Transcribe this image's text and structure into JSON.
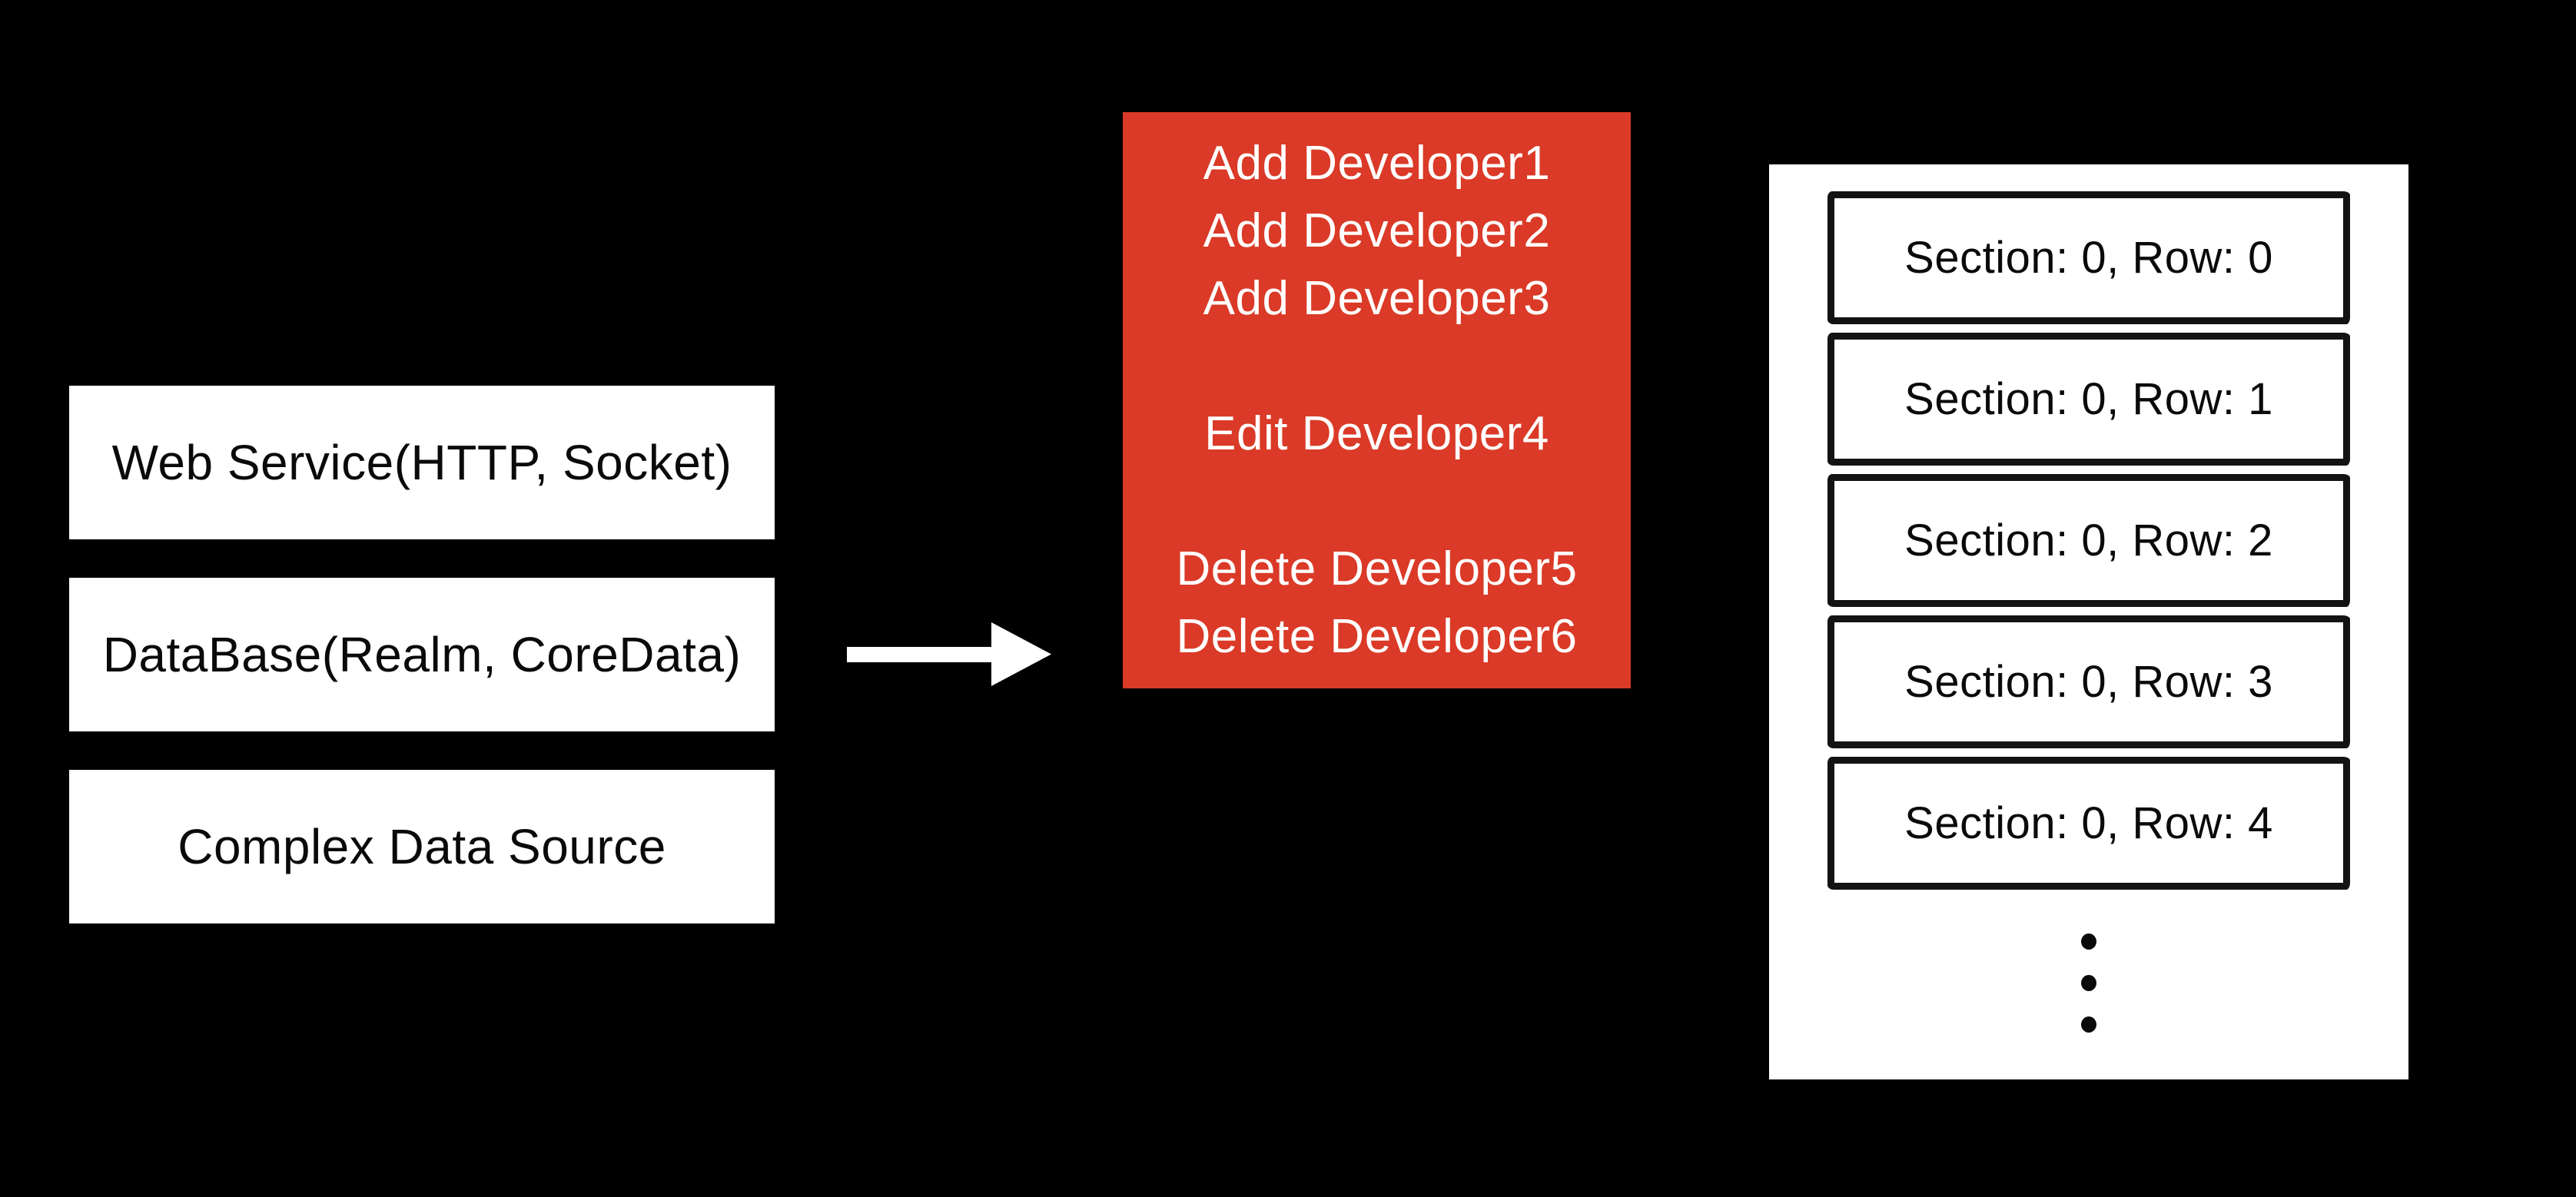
{
  "background_color": "#000000",
  "sources": [
    {
      "label": "Web Service(HTTP, Socket)"
    },
    {
      "label": "DataBase(Realm, CoreData)"
    },
    {
      "label": "Complex Data Source"
    }
  ],
  "arrow": {
    "color": "#ffffff",
    "direction": "right"
  },
  "operations": {
    "bg_color": "#da3a27",
    "text_color": "#ffffff",
    "lines": [
      "Add Developer1",
      "Add Developer2",
      "Add Developer3",
      "",
      "Edit Developer4",
      "",
      "Delete Developer5",
      "Delete Developer6"
    ]
  },
  "table": {
    "bg_color": "#ffffff",
    "border_color": "#131313",
    "rows": [
      "Section: 0, Row: 0",
      "Section: 0, Row: 1",
      "Section: 0, Row: 2",
      "Section: 0, Row: 3",
      "Section: 0, Row: 4"
    ],
    "ellipsis_dot_count": 3
  }
}
